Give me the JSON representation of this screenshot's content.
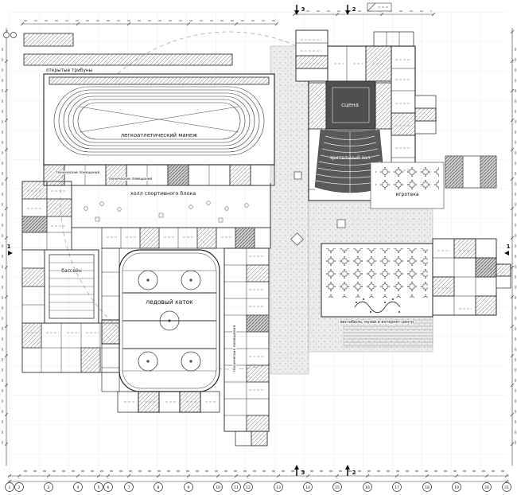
{
  "plan": {
    "labels": {
      "open_stands": "открытые трибуны",
      "athletics_arena": "легкоатлетический манеж",
      "tech_rooms_top_a": "технические помещения",
      "tech_rooms_top_b": "технические помещения",
      "sports_hall": "холл спортивного блока",
      "pool": "бассейн",
      "ice_rink": "ледовый каток",
      "tech_rooms_side": "технические помещения",
      "stage": "сцена",
      "auditorium": "зрительный зал",
      "game_room": "игротека",
      "vestibule": "вестибюль, музей и интернет-центр"
    },
    "axes_bottom": [
      "1",
      "2",
      "3",
      "4",
      "5",
      "6",
      "7",
      "8",
      "9",
      "10",
      "11",
      "12",
      "13",
      "14",
      "15",
      "16",
      "17",
      "18",
      "19",
      "20",
      "21"
    ],
    "section_markers": {
      "top_left": "3",
      "top_right": "2",
      "bottom_left": "3",
      "bottom_right": "2",
      "side_left": "1",
      "side_right": "1"
    },
    "colors": {
      "wall": "#1a1a1a",
      "grid": "#dcdcdc",
      "dark_fill": "#4f4f4f",
      "plaza": "#ececec"
    }
  }
}
